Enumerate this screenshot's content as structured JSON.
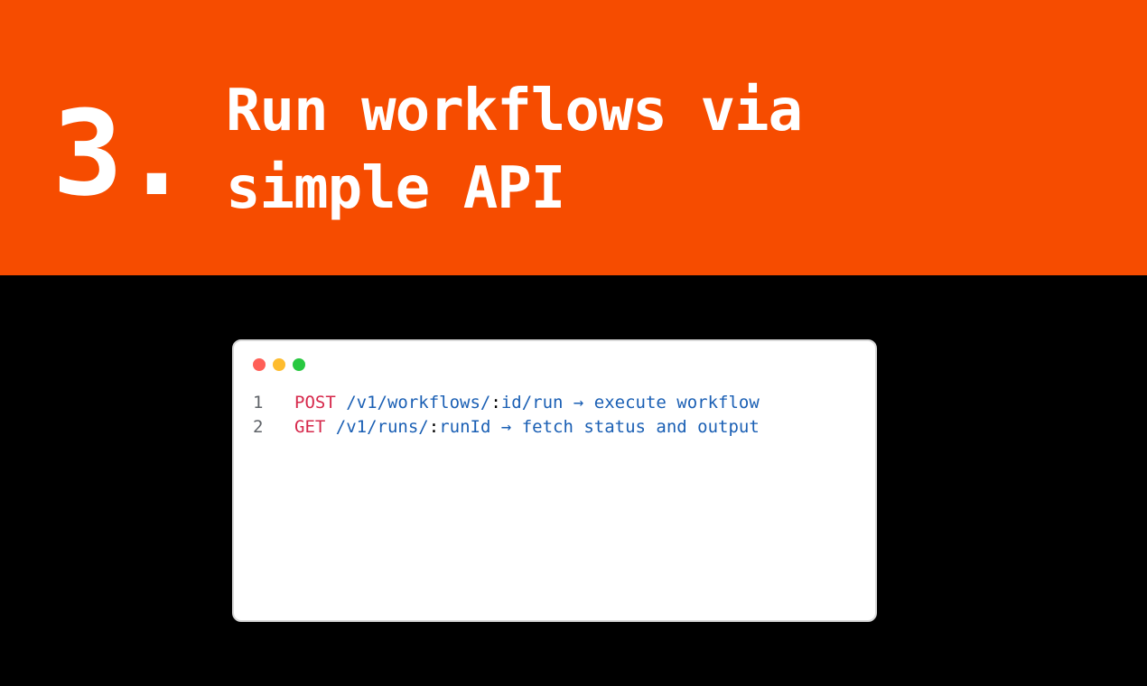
{
  "banner": {
    "step_number": "3.",
    "headline": "Run workflows via simple API",
    "background_color": "#f64c00"
  },
  "code_window": {
    "traffic_lights": [
      {
        "name": "close",
        "color": "#ff5f57"
      },
      {
        "name": "minimize",
        "color": "#febc2e"
      },
      {
        "name": "zoom",
        "color": "#28c840"
      }
    ],
    "lines": [
      {
        "number": "1",
        "method": "POST",
        "path_prefix": "/v1/workflows/",
        "param_colon": ":",
        "param_rest": "id/run",
        "description": " → execute workflow"
      },
      {
        "number": "2",
        "method": "GET",
        "path_prefix": "/v1/runs/",
        "param_colon": ":",
        "param_rest": "runId",
        "description": " → fetch status and output"
      }
    ]
  }
}
